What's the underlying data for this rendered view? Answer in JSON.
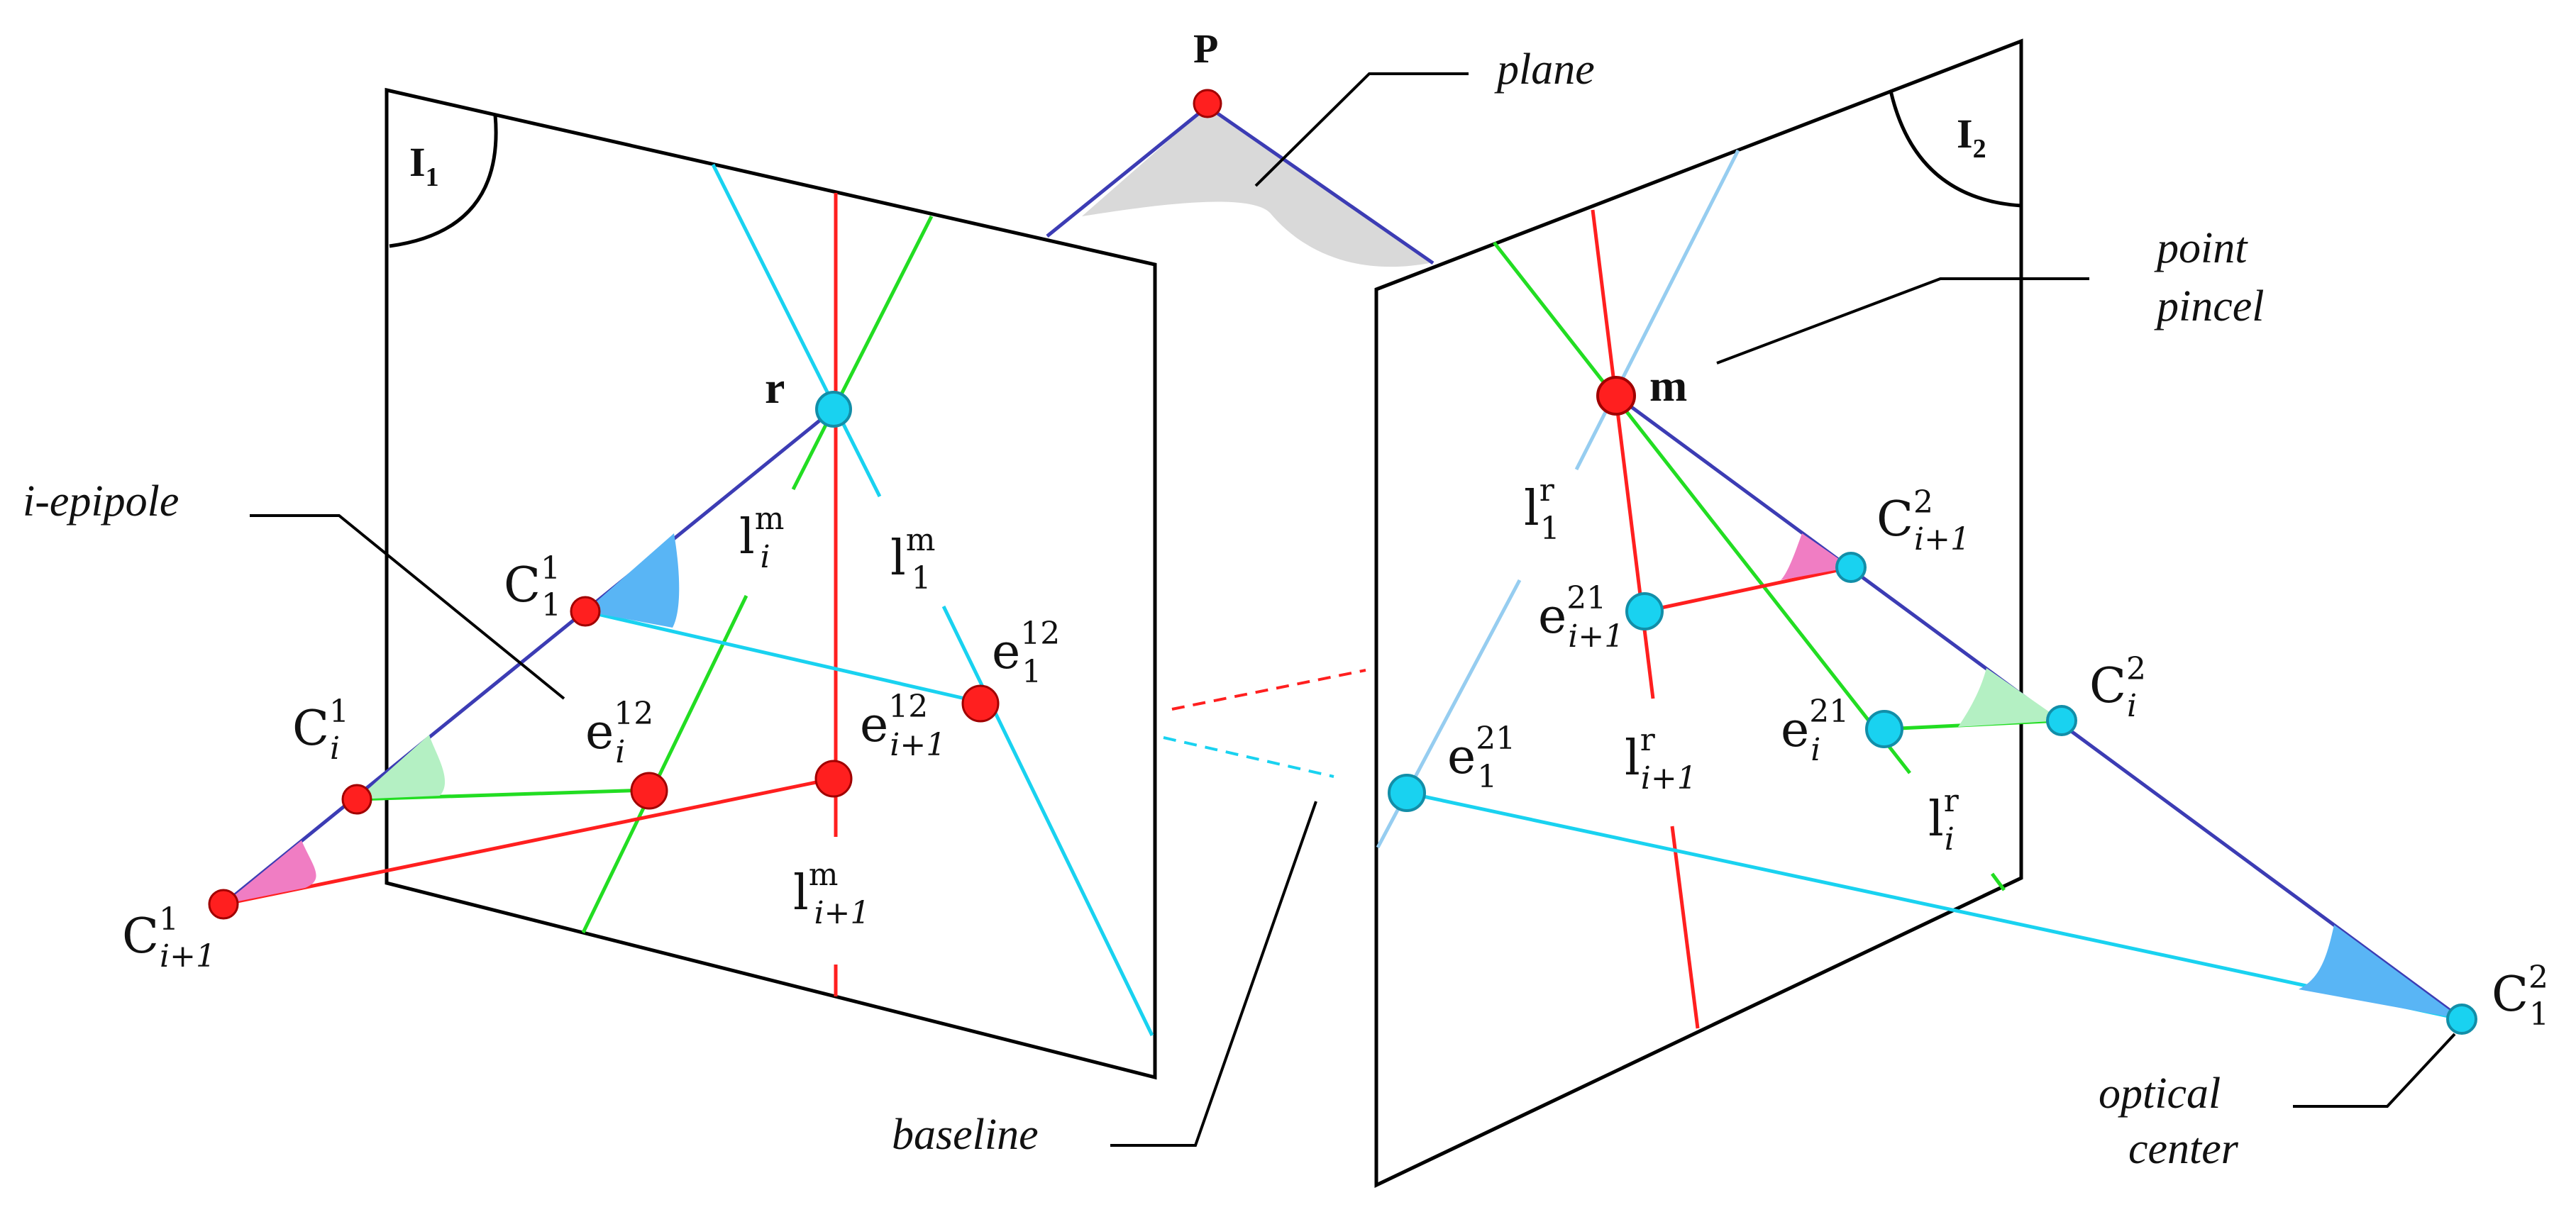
{
  "colors": {
    "frame": "#000000",
    "baseline_blue": "#3c3cb4",
    "red": "#ff1f1f",
    "green": "#22dd22",
    "cyan": "#19d2f0",
    "light_blue": "#96cdf0",
    "plane_fill": "#d9d9d9",
    "wedge_blue": "#59b5f5",
    "wedge_green": "#b4f0c3",
    "wedge_pink": "#f07dc3"
  },
  "labels": {
    "P": "P",
    "plane": "plane",
    "I1_base": "I",
    "I1_sub": "1",
    "I2_base": "I",
    "I2_sub": "2",
    "point_pincel_line1": "point",
    "point_pincel_line2": "pincel",
    "i_epipole": "i-epipole",
    "baseline": "baseline",
    "optical_center_line1": "optical",
    "optical_center_line2": "center",
    "r": "r",
    "m": "m",
    "C11_base": "C",
    "C11_sup": "1",
    "C11_sub": "1",
    "Ci1_base": "C",
    "Ci1_sup": "1",
    "Ci1_sub": "i",
    "Ci11_base": "C",
    "Ci11_sup": "1",
    "Ci11_sub": "i+1",
    "C12_base": "C",
    "C12_sup": "2",
    "C12_sub": "1",
    "Ci2_base": "C",
    "Ci2_sup": "2",
    "Ci2_sub": "i",
    "Ci12_base": "C",
    "Ci12_sup": "2",
    "Ci12_sub": "i+1",
    "lim_base": "l",
    "lim_sup": "m",
    "lim_sub": "i",
    "l1m_base": "l",
    "l1m_sup": "m",
    "l1m_sub": "1",
    "li1m_base": "l",
    "li1m_sup": "m",
    "li1m_sub": "i+1",
    "l1r_base": "l",
    "l1r_sup": "r",
    "l1r_sub": "1",
    "lir_base": "l",
    "lir_sup": "r",
    "lir_sub": "i",
    "li1r_base": "l",
    "li1r_sup": "r",
    "li1r_sub": "i+1",
    "e112_base": "e",
    "e112_sup": "12",
    "e112_sub": "1",
    "ei12_base": "e",
    "ei12_sup": "12",
    "ei12_sub": "i",
    "ei112_base": "e",
    "ei112_sup": "12",
    "ei112_sub": "i+1",
    "e121_base": "e",
    "e121_sup": "21",
    "e121_sub": "1",
    "ei21_base": "e",
    "ei21_sup": "21",
    "ei21_sub": "i",
    "ei121_base": "e",
    "ei121_sup": "21",
    "ei121_sub": "i+1"
  }
}
